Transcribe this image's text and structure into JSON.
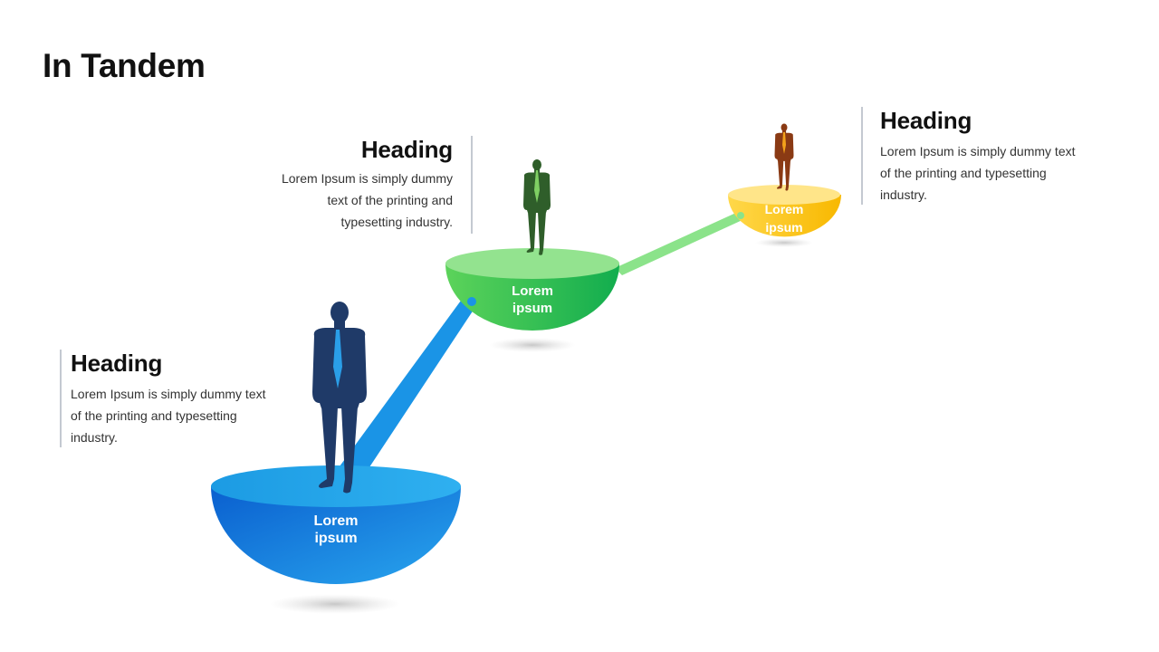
{
  "title": "In Tandem",
  "colors": {
    "blue": "#0f7fe0",
    "green": "#3cc94a",
    "yellow": "#ffc20e",
    "figure_navy": "#1f3a68",
    "figure_green": "#2f5e2a",
    "figure_brown": "#8a3a14"
  },
  "steps": [
    {
      "heading": "Heading",
      "body": "Lorem Ipsum is simply dummy text of the printing and typesetting industry.",
      "bowl_label_line1": "Lorem",
      "bowl_label_line2": "ipsum"
    },
    {
      "heading": "Heading",
      "body": "Lorem Ipsum is simply dummy text of the printing and typesetting industry.",
      "bowl_label_line1": "Lorem",
      "bowl_label_line2": "ipsum"
    },
    {
      "heading": "Heading",
      "body": "Lorem Ipsum is simply dummy text of the printing and typesetting industry.",
      "bowl_label_line1": "Lorem",
      "bowl_label_line2": "ipsum"
    }
  ]
}
